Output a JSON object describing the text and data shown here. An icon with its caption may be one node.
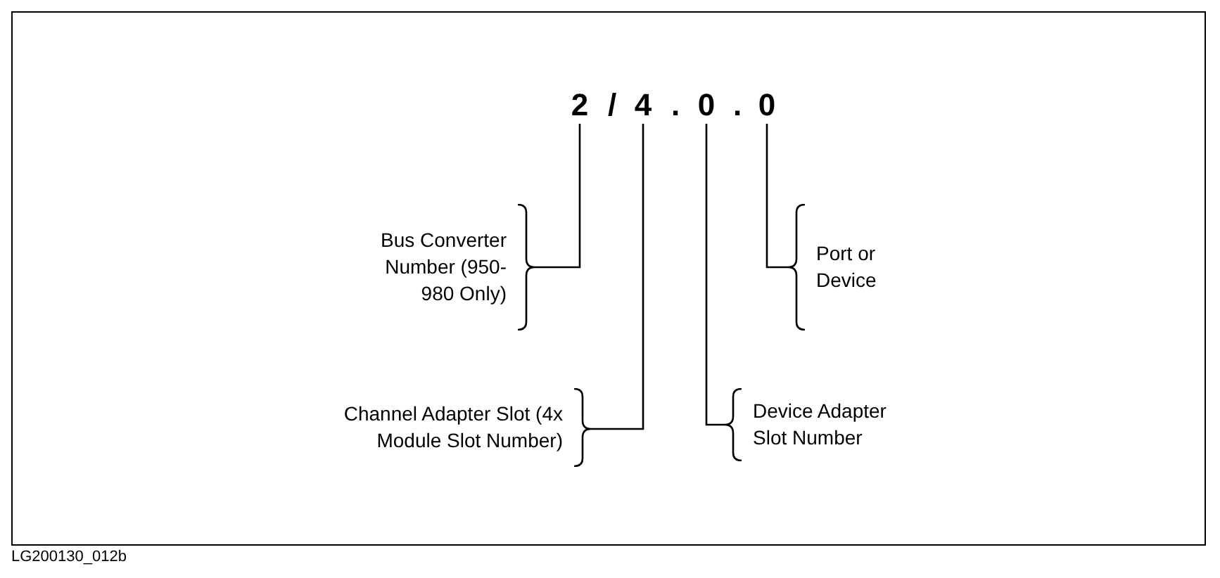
{
  "diagram": {
    "nodes": [
      {
        "text": [
          "2"
        ]
      },
      {
        "text": [
          "4"
        ]
      },
      {
        "text": [
          "0"
        ]
      },
      {
        "text": [
          "0"
        ]
      },
      {
        "text": [
          "Bus Converter Number (950-980 Only)"
        ]
      },
      {
        "text": [
          "Port or Device"
        ]
      },
      {
        "text": [
          "Channel Adapter Slot (4x Module Slot Number)"
        ]
      },
      {
        "text": [
          "Device Adapter Slot Number"
        ]
      }
    ],
    "edges": [
      {
        "from": 4,
        "to": 0,
        "arrow": "none"
      },
      {
        "from": 5,
        "to": 3,
        "arrow": "none"
      },
      {
        "from": 6,
        "to": 1,
        "arrow": "none"
      },
      {
        "from": 7,
        "to": 2,
        "arrow": "none"
      }
    ],
    "labels": [
      "/",
      ".",
      ".",
      "LG200130_012b"
    ]
  }
}
